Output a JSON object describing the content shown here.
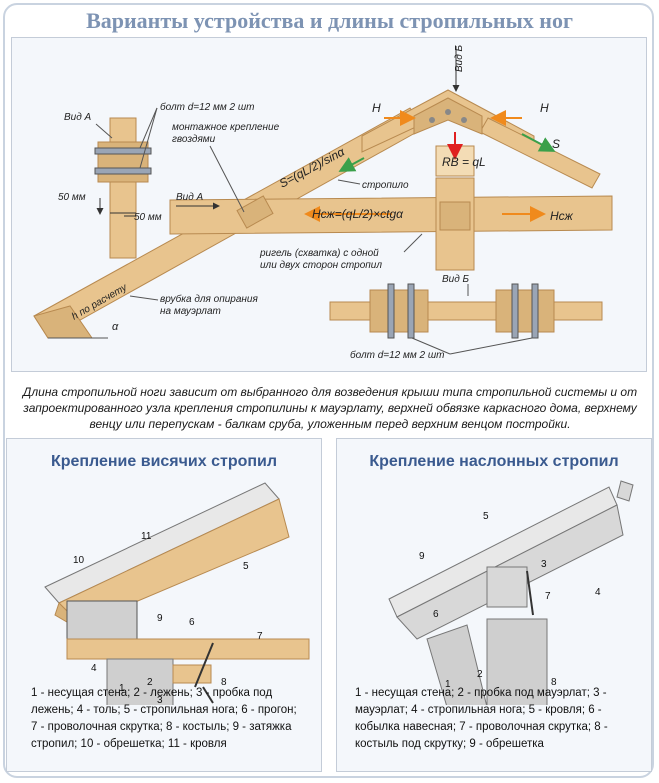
{
  "title": "Варианты устройства и длины стропильных ног",
  "top_diagram": {
    "view_a": "Вид А",
    "view_a_arrow": "Вид А",
    "view_b": "Вид Б",
    "view_b_lower": "Вид Б",
    "bolt_top": "болт d=12 мм 2 шт",
    "bolt_bottom": "болт d=12 мм 2 шт",
    "dim_50_vertical": "50 мм",
    "dim_50_horizontal": "50 мм",
    "nail_mount_line1": "монтажное крепление",
    "nail_mount_line2": "гвоздями",
    "force_h_left": "H",
    "force_h_right": "H",
    "force_s": "S",
    "formula_s": "S=(qL/2)/sinα",
    "rafter_label": "стропило",
    "formula_rb": "RB = qL",
    "formula_hsj": "Hсж=(qL/2)×ctgα",
    "force_hsj": "Hсж",
    "crossbar_line1": "ригель (схватка) с одной",
    "crossbar_line2": "или двух сторон стропил",
    "h_calc": "h по расчету",
    "notch_line1": "врубка для опирания",
    "notch_line2": "на мауэрлат",
    "alpha": "α"
  },
  "description": "Длина стропильной ноги зависит от выбранного для возведения крыши типа стропильной системы и от запроектированного узла крепления стропилины к мауэрлату, верхней обвязке каркасного дома, верхнему венцу или перепускам - балкам сруба, уложенным перед верхним венцом постройки.",
  "left_panel": {
    "title": "Крепление висячих стропил",
    "numbers": [
      "1",
      "2",
      "3",
      "4",
      "5",
      "6",
      "7",
      "8",
      "9",
      "10",
      "11"
    ],
    "legend": [
      "1 - несущая стена; 2 - лежень; 3 - пробка под",
      "лежень; 4 - толь; 5 - стропильная нога; 6 - прогон;",
      "7 - проволочная скрутка; 8 - костыль; 9 - затяжка",
      "стропил; 10 - обрешетка; 11 - кровля"
    ]
  },
  "right_panel": {
    "title": "Крепление наслонных стропил",
    "numbers": [
      "1",
      "2",
      "3",
      "4",
      "5",
      "6",
      "7",
      "8",
      "9"
    ],
    "legend": [
      "1 - несущая стена; 2 - пробка под мауэрлат; 3 -",
      "мауэрлат; 4 - стропильная нога; 5 - кровля; 6 -",
      "кобылка навесная; 7 - проволочная скрутка; 8 -",
      "костыль под скрутку; 9 - обрешетка"
    ]
  },
  "colors": {
    "title": "#7d93b3",
    "panel_title": "#3a5a8f",
    "wood": "#e8c48e",
    "wood_dark": "#c99a5c",
    "wall": "#c8c8c8",
    "arrow_orange": "#f08a1c",
    "arrow_green": "#3aa04a",
    "arrow_red": "#e02020"
  }
}
